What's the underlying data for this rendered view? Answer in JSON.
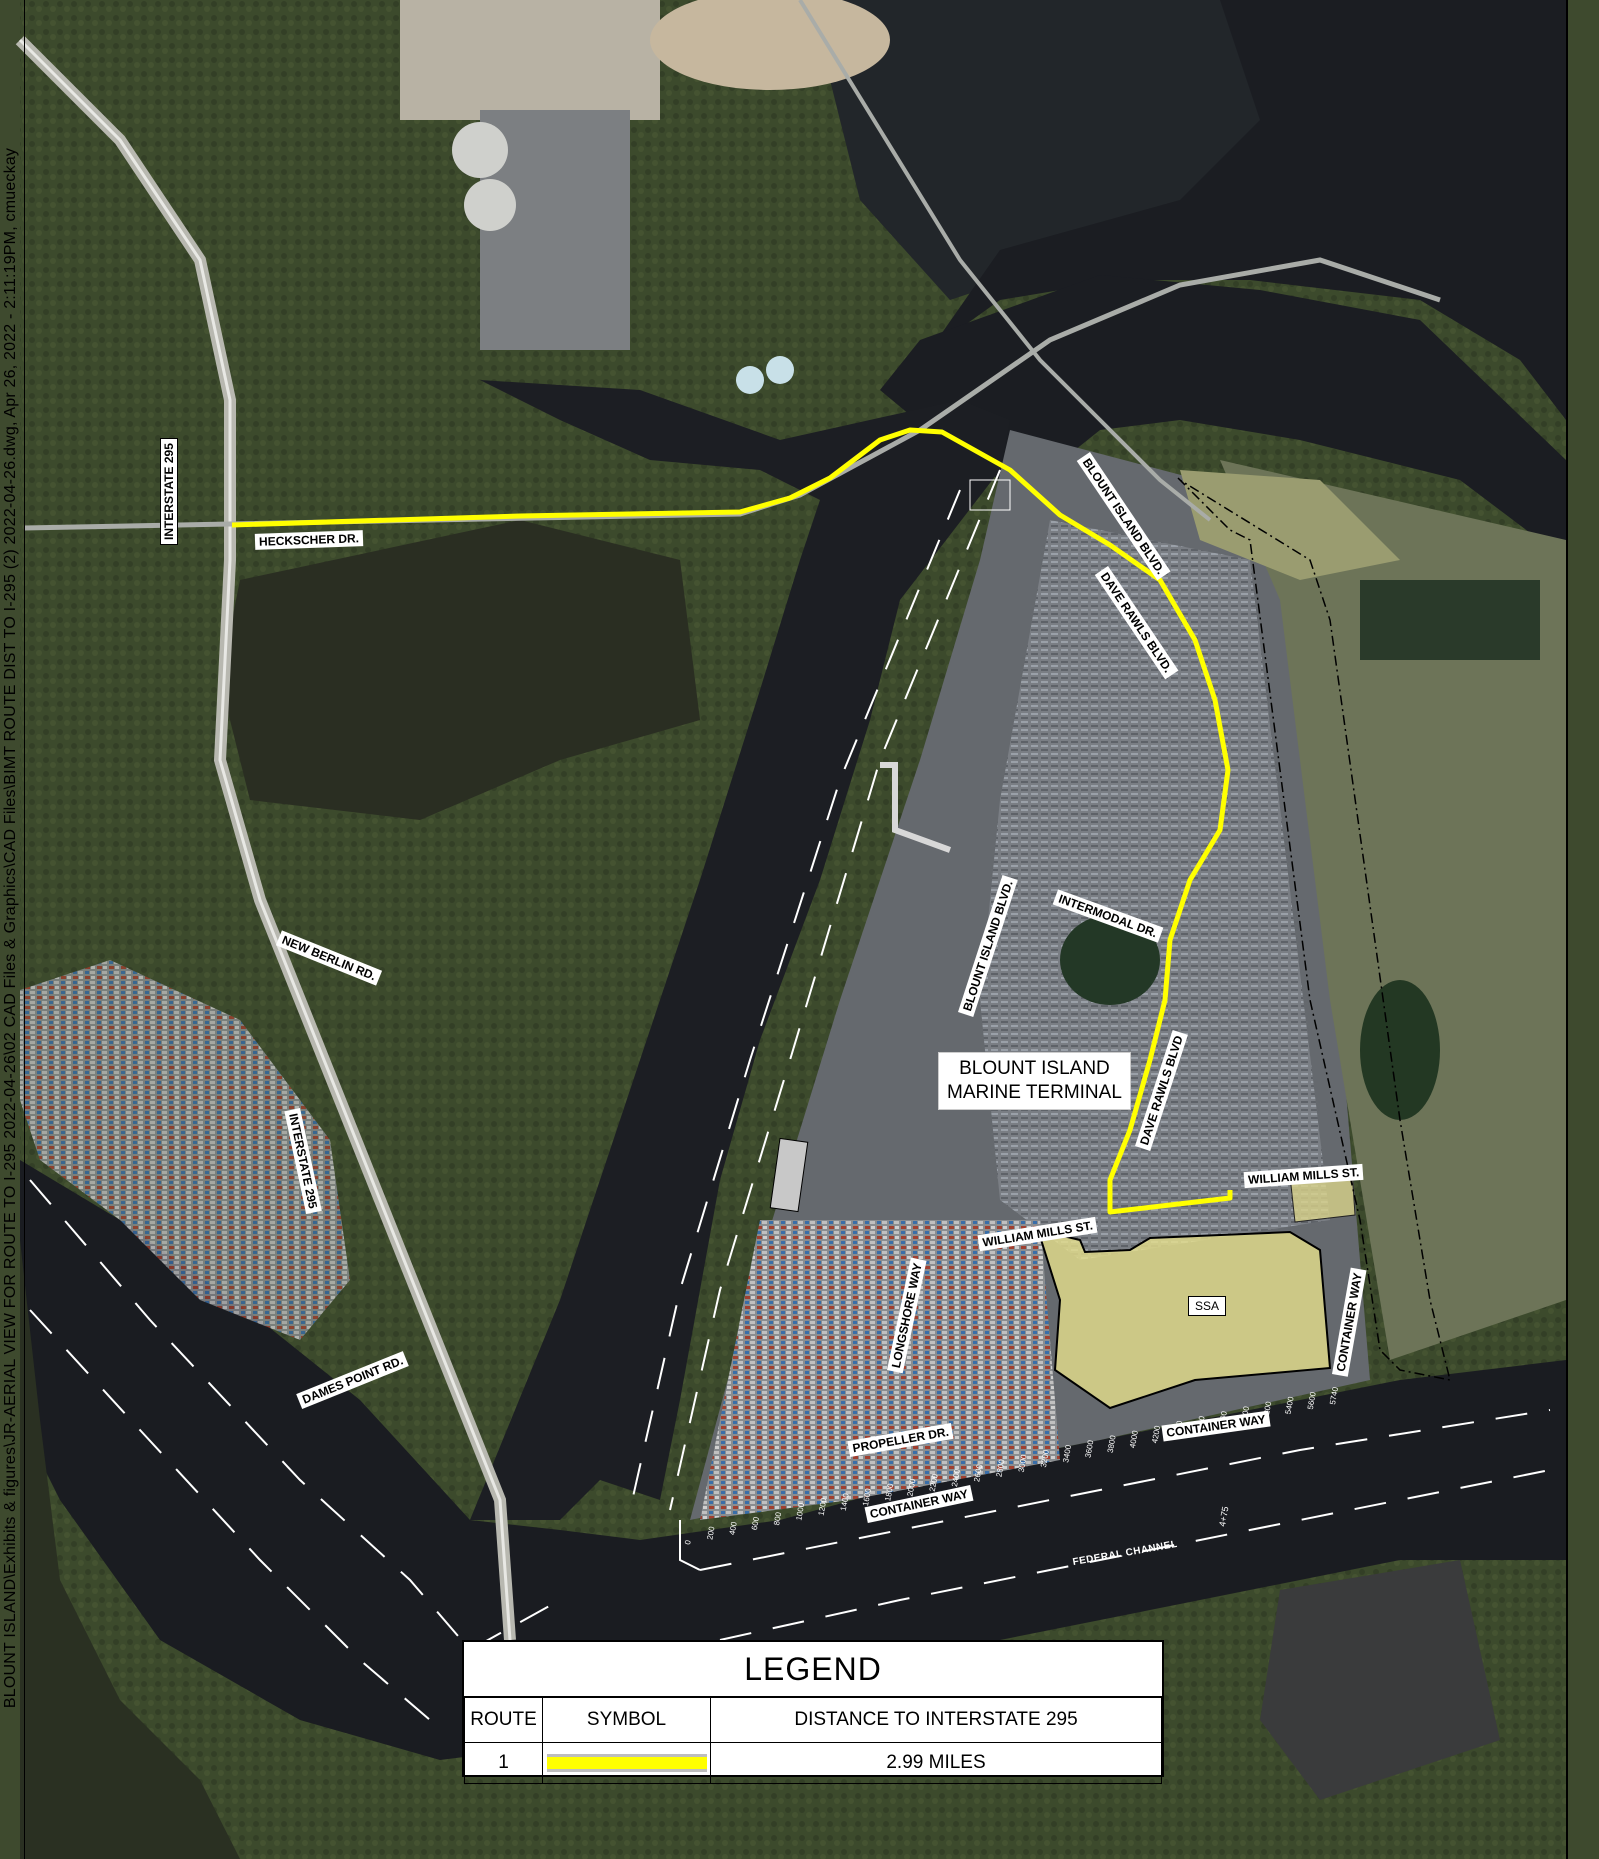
{
  "sidebar_text": "BLOUNT ISLAND\\Exhibits & figures\\JR-AERIAL VIEW FOR ROUTE TO I-295 2022-04-26\\02 CAD Files & Graphics\\CAD Files\\BIMT ROUTE DIST TO I-295 (2) 2022-04-26.dwg, Apr 26, 2022 - 2:11:19PM, cmueckay",
  "map_labels": {
    "interstate_295_north": "INTERSTATE 295",
    "interstate_295_south": "INTERSTATE 295",
    "heckscher_dr": "HECKSCHER DR.",
    "new_berlin_rd": "NEW BERLIN RD.",
    "dames_point_rd": "DAMES POINT RD.",
    "blount_island_blvd_north": "BLOUNT ISLAND BLVD.",
    "blount_island_blvd_south": "BLOUNT ISLAND BLVD.",
    "dave_rawls_blvd_north": "DAVE RAWLS BLVD.",
    "dave_rawls_blvd_south": "DAVE RAWLS BLVD",
    "intermodal_dr": "INTERMODAL DR.",
    "william_mills_st_east": "WILLIAM MILLS ST.",
    "william_mills_st_west": "WILLIAM MILLS ST.",
    "longshore_way": "LONGSHORE WAY",
    "propeller_dr": "PROPELLER DR.",
    "container_way_west": "CONTAINER WAY",
    "container_way_east": "CONTAINER WAY",
    "container_way_vertical": "CONTAINER WAY",
    "federal_channel": "FEDERAL CHANNEL",
    "terminal_name_line1": "BLOUNT ISLAND",
    "terminal_name_line2": "MARINE TERMINAL",
    "ssa": "SSA"
  },
  "berth_stations": [
    "0",
    "200",
    "400",
    "600",
    "800",
    "1000",
    "1200",
    "1400",
    "1600",
    "1800",
    "2000",
    "2200",
    "2400",
    "2600",
    "2800",
    "3000",
    "3200",
    "3400",
    "3600",
    "3800",
    "4000",
    "4200",
    "4400",
    "4600",
    "4800",
    "5000",
    "5200",
    "5400",
    "5600",
    "5740"
  ],
  "legend": {
    "title": "LEGEND",
    "col_route": "ROUTE",
    "col_symbol": "SYMBOL",
    "col_distance": "DISTANCE TO INTERSTATE 295",
    "rows": [
      {
        "route": "1",
        "symbol_color": "#ffff00",
        "distance": "2.99  MILES"
      }
    ]
  },
  "colors": {
    "route": "#ffff00",
    "water": "#1b1d22",
    "land": "#3c4a2c",
    "terminal": "#6e7278",
    "ssa_area": "#e6e08c"
  }
}
